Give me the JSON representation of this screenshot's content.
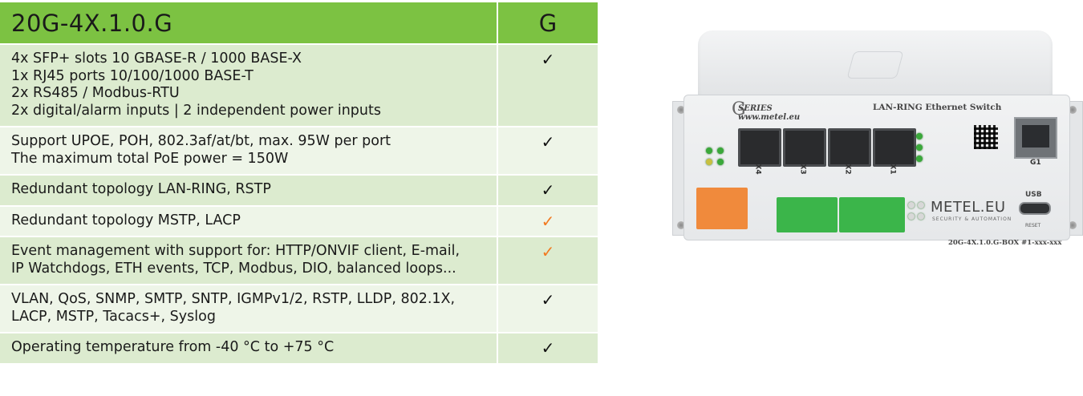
{
  "table": {
    "header": {
      "model": "20G-4X.1.0.G",
      "column": "G"
    },
    "rows": [
      {
        "lines": [
          "4x SFP+ slots 10 GBASE-R / 1000 BASE-X",
          "1x RJ45 ports 10/100/1000 BASE-T",
          "2x RS485 / Modbus-RTU",
          "2x digital/alarm inputs | 2 independent power inputs"
        ],
        "mark": "✓",
        "mark_color": "#111111"
      },
      {
        "lines": [
          "Support UPOE, POH, 802.3af/at/bt, max. 95W per port",
          "The maximum total PoE power = 150W"
        ],
        "mark": "✓",
        "mark_color": "#111111"
      },
      {
        "lines": [
          "Redundant topology LAN-RING, RSTP"
        ],
        "mark": "✓",
        "mark_color": "#111111"
      },
      {
        "lines": [
          "Redundant topology MSTP, LACP"
        ],
        "mark": "✓",
        "mark_color": "#f27a21"
      },
      {
        "lines": [
          "Event management with support for: HTTP/ONVIF client, E-mail,",
          "IP Watchdogs, ETH events, TCP, Modbus, DIO, balanced loops..."
        ],
        "mark": "✓",
        "mark_color": "#f27a21"
      },
      {
        "lines": [
          "VLAN, QoS, SNMP, SMTP, SNTP, IGMPv1/2, RSTP, LLDP, 802.1X,",
          "LACP, MSTP, Tacacs+, Syslog"
        ],
        "mark": "✓",
        "mark_color": "#111111"
      },
      {
        "lines": [
          "Operating temperature from -40 °C to +75 °C"
        ],
        "mark": "✓",
        "mark_color": "#111111"
      }
    ]
  },
  "device": {
    "series_line1": "SERIES",
    "series_line2": "www.metel.eu",
    "series_letter": "G",
    "title": "LAN-RING Ethernet Switch",
    "sfp_labels": [
      "X4",
      "X3",
      "X2",
      "X1"
    ],
    "brand": "METEL.EU",
    "brand_sub": "SECURITY & AUTOMATION",
    "usb_label": "USB",
    "reset_label": "RESET",
    "port_label": "G1",
    "model_label": "20G-4X.1.0.G-BOX #1-xxx-xxx"
  }
}
